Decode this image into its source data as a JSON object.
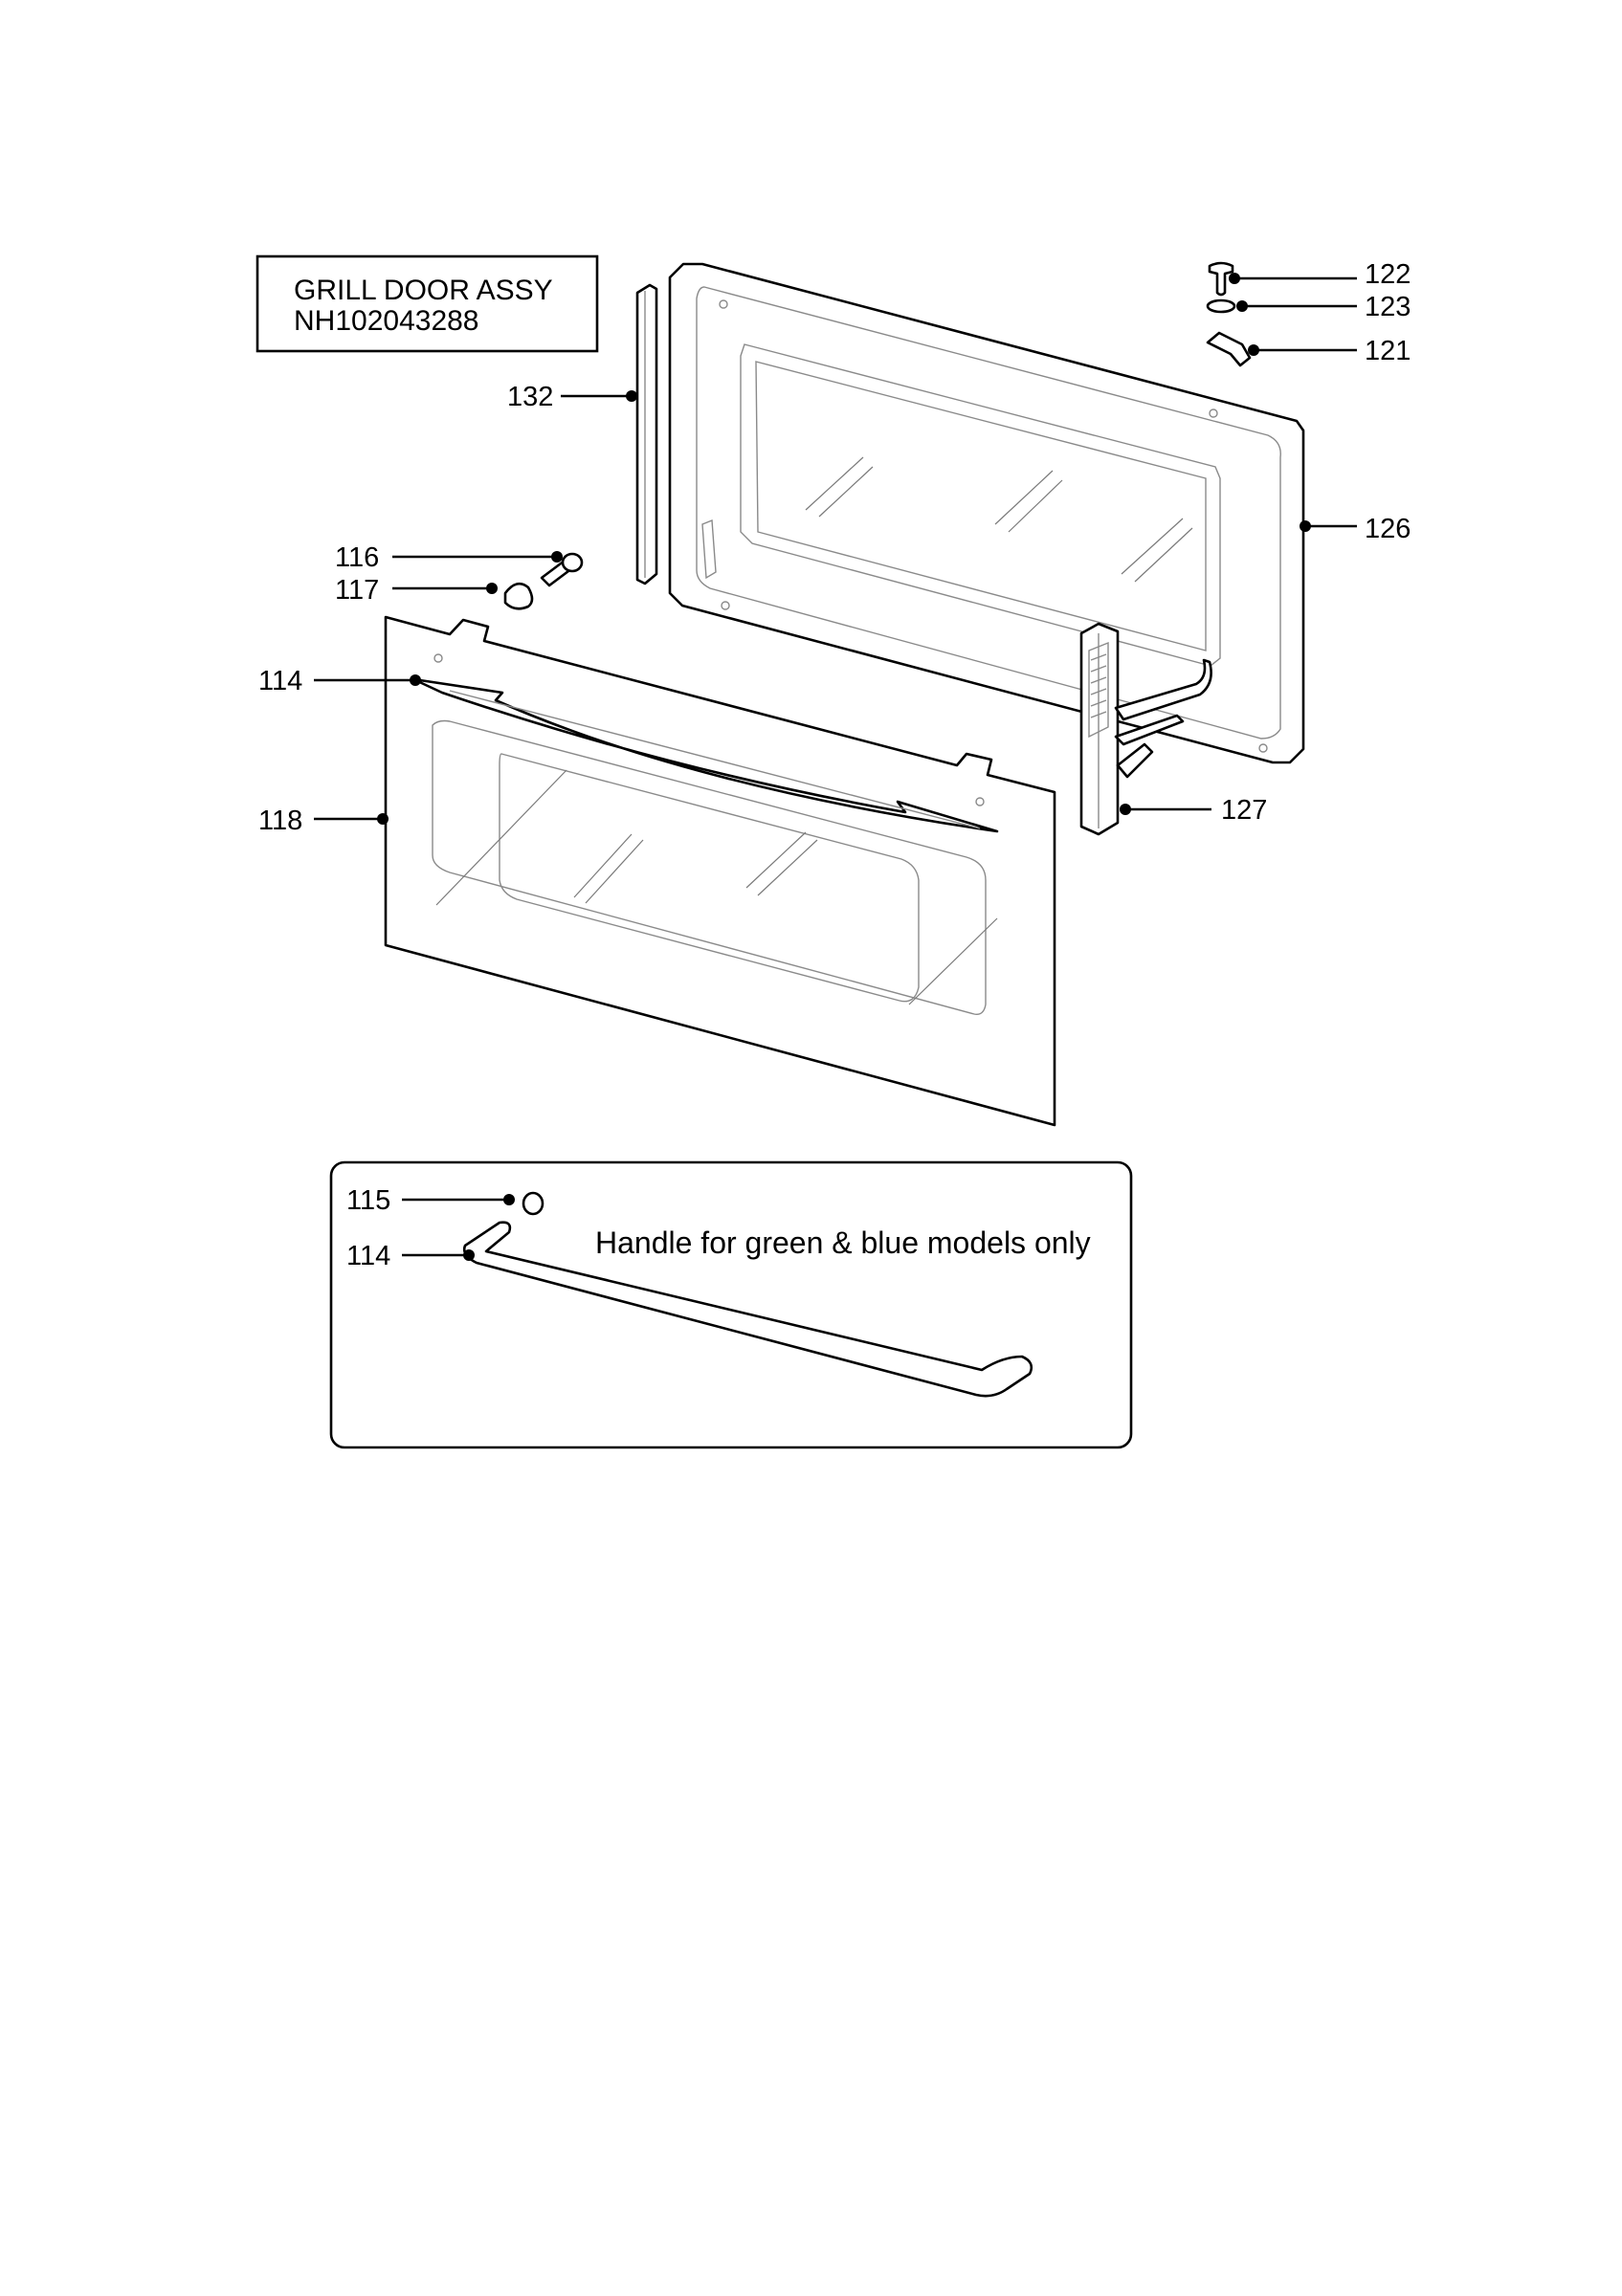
{
  "title_box": {
    "line1": "GRILL DOOR ASSY",
    "line2": "NH102043288"
  },
  "callouts": {
    "c122": "122",
    "c123": "123",
    "c121": "121",
    "c132": "132",
    "c126": "126",
    "c116": "116",
    "c117": "117",
    "c114": "114",
    "c118": "118",
    "c127": "127"
  },
  "inset": {
    "note": "Handle for green & blue models only",
    "c115": "115",
    "c114": "114"
  }
}
